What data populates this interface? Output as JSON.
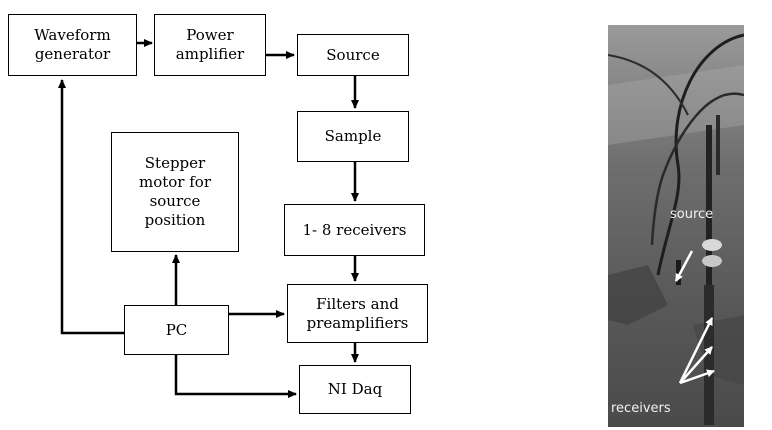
{
  "diagram": {
    "boxes": {
      "waveform_generator": "Waveform\ngenerator",
      "power_amplifier": "Power\namplifier",
      "source": "Source",
      "sample": "Sample",
      "receivers": "1- 8 receivers",
      "stepper_motor": "Stepper\nmotor for\nsource\nposition",
      "pc": "PC",
      "filters": "Filters and\npreamplifiers",
      "ni_daq": "NI Daq"
    }
  },
  "photo": {
    "source_label": "source",
    "receivers_label": "receivers"
  }
}
